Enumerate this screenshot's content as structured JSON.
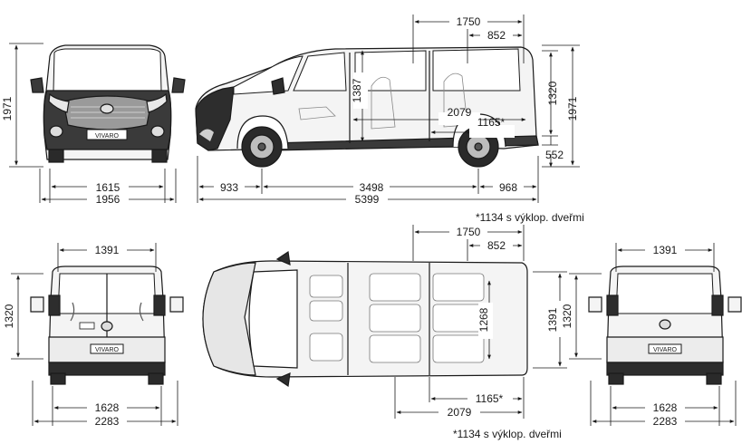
{
  "front_view": {
    "height_total": "1971",
    "track_width": "1615",
    "overall_width": "1956",
    "badge": "VIVARO"
  },
  "side_view": {
    "rear_load_length": "1750",
    "rear_section": "852",
    "interior_height": "1387",
    "load_height": "1320",
    "overall_height": "1971",
    "load_floor_length": "2079",
    "door_width": "1165*",
    "ground_clearance": "552",
    "front_overhang": "933",
    "wheelbase": "3498",
    "rear_overhang": "968",
    "overall_length": "5399"
  },
  "note_side": "*1134 s výklop. dveřmi",
  "rear_view_left": {
    "opening_width": "1391",
    "opening_height": "1320",
    "track_width": "1628",
    "overall_width": "2283",
    "badge": "VIVARO"
  },
  "top_view": {
    "rear_load_length": "1750",
    "rear_section": "852",
    "wheel_arch_width": "1268",
    "load_width": "1391",
    "load_floor_length": "2079",
    "door_width": "1165*"
  },
  "rear_view_right": {
    "opening_width": "1391",
    "opening_height": "1320",
    "track_width": "1628",
    "overall_width": "2283",
    "badge": "VIVARO"
  },
  "note_bottom": "*1134 s výklop. dveřmi"
}
